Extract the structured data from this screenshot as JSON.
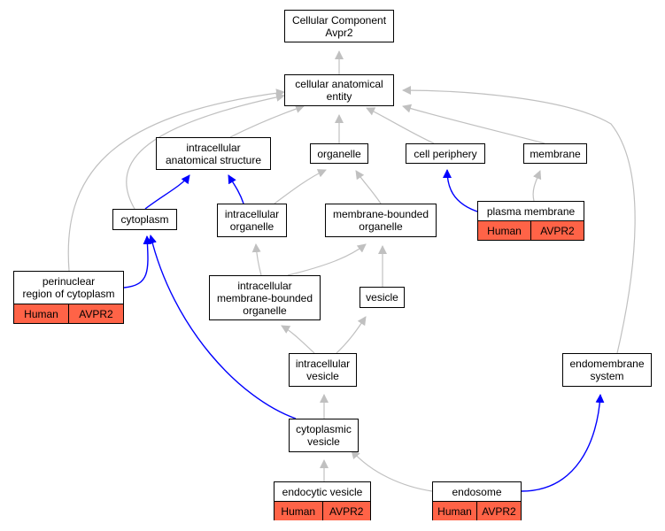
{
  "colors": {
    "node_fill": "#ffffff",
    "annotation_fill": "#ff6347",
    "edge_gray": "#c0c0c0",
    "edge_blue": "#0000ff"
  },
  "nodes": {
    "root": {
      "title": "Cellular Component\nAvpr2"
    },
    "cae": {
      "title": "cellular anatomical\nentity"
    },
    "ias": {
      "title": "intracellular\nanatomical structure"
    },
    "organelle": {
      "title": "organelle"
    },
    "cellperiph": {
      "title": "cell periphery"
    },
    "membrane": {
      "title": "membrane"
    },
    "cytoplasm": {
      "title": "cytoplasm"
    },
    "intraorg": {
      "title": "intracellular\norganelle"
    },
    "mbo": {
      "title": "membrane-bounded\norganelle"
    },
    "plasma": {
      "title": "plasma membrane",
      "annotations": [
        "Human",
        "AVPR2"
      ]
    },
    "perinuc": {
      "title": "perinuclear\nregion of cytoplasm",
      "annotations": [
        "Human",
        "AVPR2"
      ]
    },
    "imbo": {
      "title": "intracellular\nmembrane-bounded\norganelle"
    },
    "vesicle": {
      "title": "vesicle"
    },
    "intraves": {
      "title": "intracellular\nvesicle"
    },
    "endomem": {
      "title": "endomembrane\nsystem"
    },
    "cytoves": {
      "title": "cytoplasmic\nvesicle"
    },
    "endocytic": {
      "title": "endocytic vesicle",
      "annotations": [
        "Human",
        "AVPR2"
      ]
    },
    "endosome": {
      "title": "endosome",
      "annotations": [
        "Human",
        "AVPR2"
      ]
    }
  },
  "edges": [
    {
      "from": "cae",
      "to": "root",
      "color": "gray"
    },
    {
      "from": "ias",
      "to": "cae",
      "color": "gray"
    },
    {
      "from": "organelle",
      "to": "cae",
      "color": "gray"
    },
    {
      "from": "cellperiph",
      "to": "cae",
      "color": "gray"
    },
    {
      "from": "membrane",
      "to": "cae",
      "color": "gray"
    },
    {
      "from": "cytoplasm",
      "to": "cae",
      "color": "gray"
    },
    {
      "from": "perinuc",
      "to": "cae",
      "color": "gray"
    },
    {
      "from": "endomem",
      "to": "cae",
      "color": "gray"
    },
    {
      "from": "cytoplasm",
      "to": "ias",
      "color": "blue"
    },
    {
      "from": "intraorg",
      "to": "ias",
      "color": "blue"
    },
    {
      "from": "intraorg",
      "to": "organelle",
      "color": "gray"
    },
    {
      "from": "mbo",
      "to": "organelle",
      "color": "gray"
    },
    {
      "from": "plasma",
      "to": "cellperiph",
      "color": "blue"
    },
    {
      "from": "plasma",
      "to": "membrane",
      "color": "gray"
    },
    {
      "from": "perinuc",
      "to": "cytoplasm",
      "color": "blue"
    },
    {
      "from": "imbo",
      "to": "intraorg",
      "color": "gray"
    },
    {
      "from": "imbo",
      "to": "mbo",
      "color": "gray"
    },
    {
      "from": "vesicle",
      "to": "mbo",
      "color": "gray"
    },
    {
      "from": "intraves",
      "to": "imbo",
      "color": "gray"
    },
    {
      "from": "intraves",
      "to": "vesicle",
      "color": "gray"
    },
    {
      "from": "cytoves",
      "to": "intraves",
      "color": "gray"
    },
    {
      "from": "cytoves",
      "to": "cytoplasm",
      "color": "blue"
    },
    {
      "from": "endocytic",
      "to": "cytoves",
      "color": "gray"
    },
    {
      "from": "endosome",
      "to": "cytoves",
      "color": "gray"
    },
    {
      "from": "endosome",
      "to": "endomem",
      "color": "blue"
    }
  ]
}
